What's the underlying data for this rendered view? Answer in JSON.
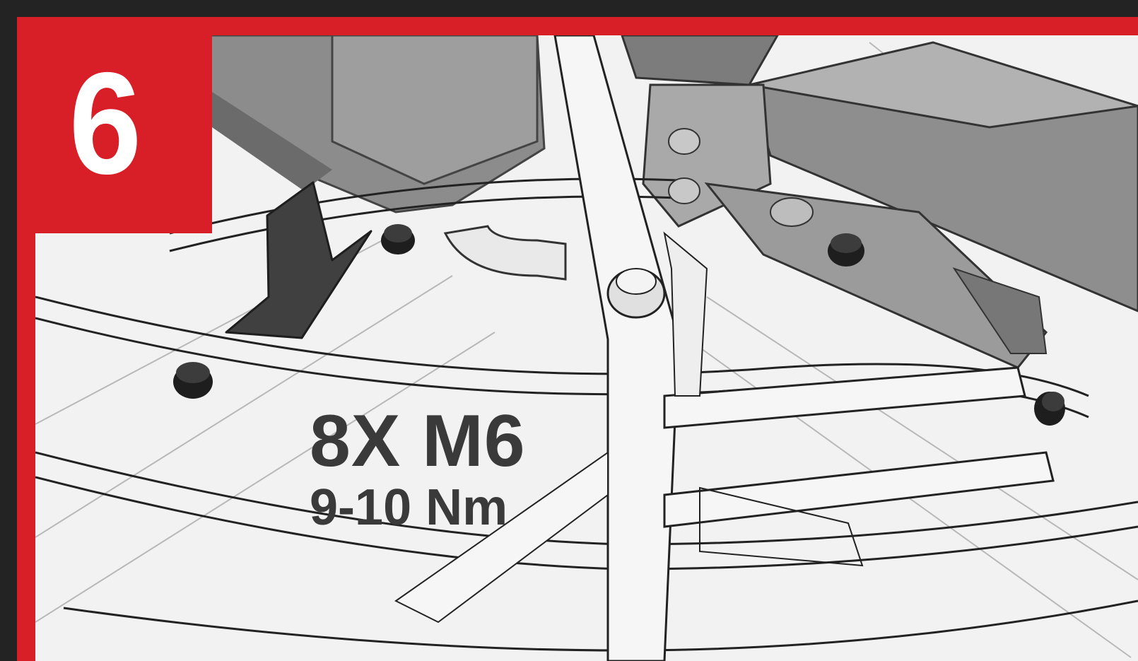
{
  "step": {
    "number": "6"
  },
  "specification": {
    "quantity": "8X M6",
    "torque": "9-10 Nm"
  },
  "colors": {
    "accent": "#d81e27",
    "background": "#232323",
    "drawing": "#f2f2f2",
    "text": "#3a3a3a"
  },
  "icons": {
    "arrow": "down-left-arrow-icon",
    "bolt": "hex-bolt-icon"
  }
}
